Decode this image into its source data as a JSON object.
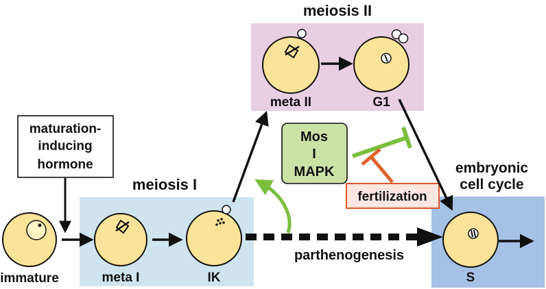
{
  "stages": {
    "meiosis_2": "meiosis II",
    "meiosis_1": "meiosis I",
    "embryonic_line1": "embryonic",
    "embryonic_line2": "cell cycle"
  },
  "hormone_box": {
    "line1": "maturation-",
    "line2": "inducing",
    "line3": "hormone"
  },
  "mos_box": {
    "line1": "Mos",
    "line2": "I",
    "line3": "MAPK"
  },
  "fertilization_label": "fertilization",
  "parthenogenesis_label": "parthenogenesis",
  "cells": {
    "immature": "immature",
    "meta1": "meta I",
    "ik": "IK",
    "meta2": "meta II",
    "g1": "G1",
    "s": "S"
  },
  "colors": {
    "meiosis2_bg": "#e8cfe2",
    "meiosis1_bg": "#cfe4ee",
    "embryonic_bg": "#a6c1e6",
    "cell_fill": "#fbe39a",
    "mos_fill": "#cbe2a6",
    "inhibit_green": "#7cbf3e",
    "inhibit_orange": "#e0632c"
  }
}
